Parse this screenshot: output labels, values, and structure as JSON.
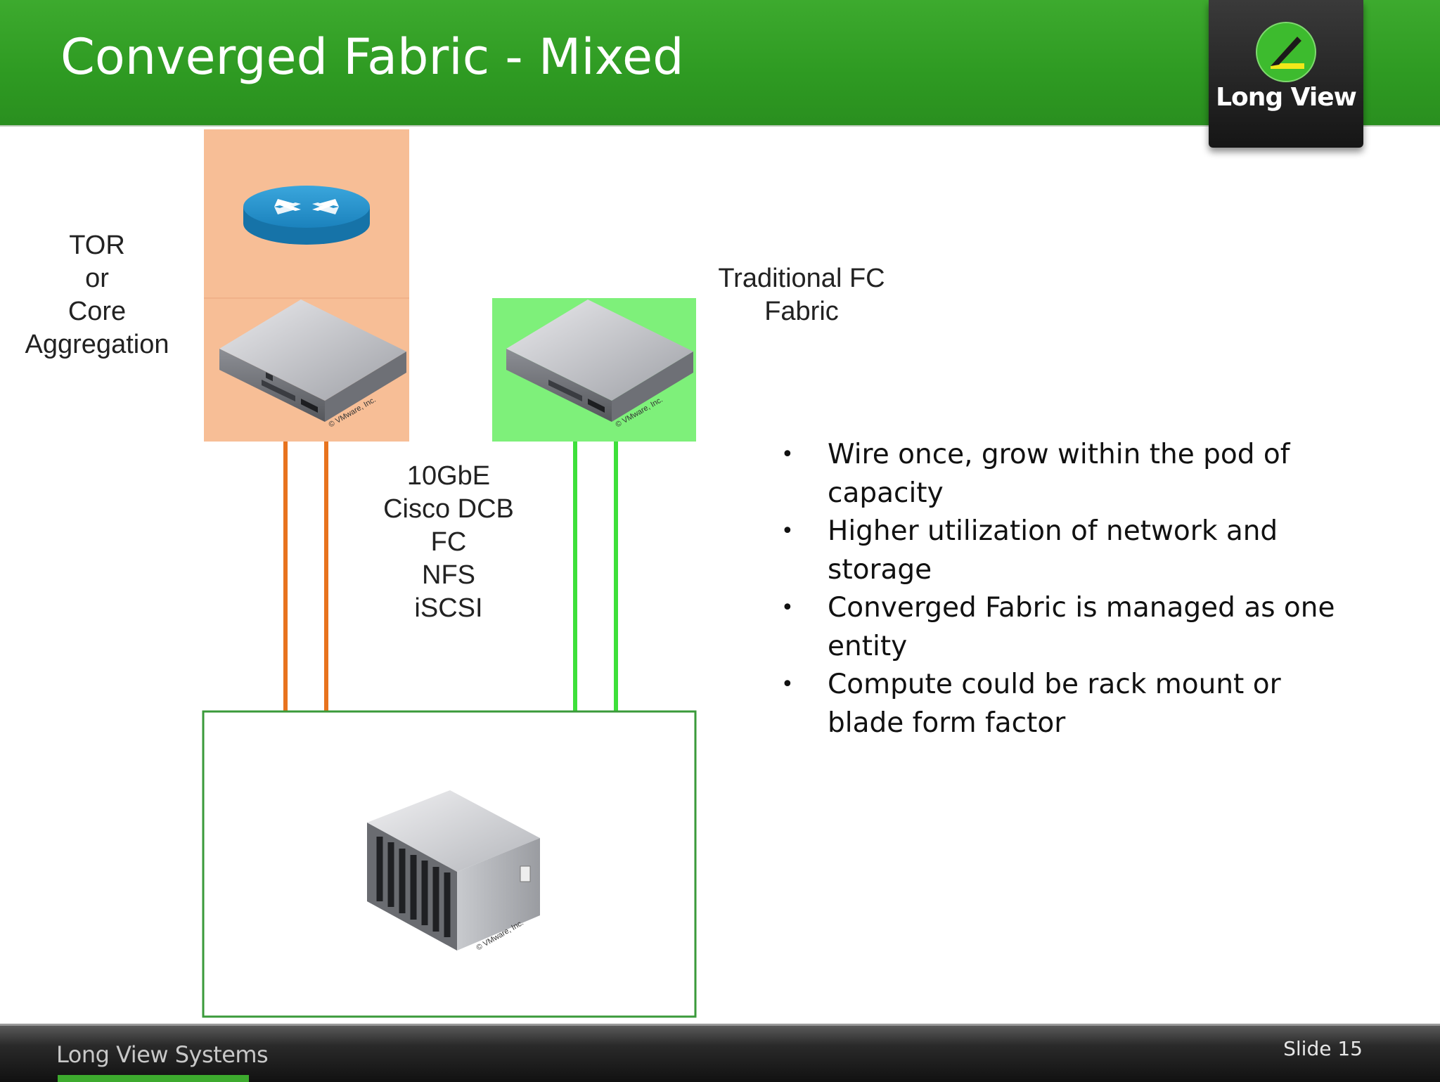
{
  "slide": {
    "title": "Converged Fabric - Mixed",
    "logo_text": "Long View",
    "footer_brand": "Long View Systems",
    "slide_number": "Slide 15"
  },
  "diagram": {
    "left_label": [
      "TOR",
      "or",
      "Core",
      "Aggregation"
    ],
    "right_label": [
      "Traditional FC",
      "Fabric"
    ],
    "link_label": [
      "10GbE",
      "Cisco DCB",
      "FC",
      "NFS",
      "iSCSI"
    ],
    "watermark": "© VMware, Inc."
  },
  "bullets": [
    "Wire once, grow within the pod of capacity",
    "Higher utilization of network and storage",
    "Converged Fabric is managed as one entity",
    "Compute could be rack mount or blade form factor"
  ],
  "colors": {
    "header_green": "#3daa2e",
    "tor_panel": "#f7be96",
    "fc_panel": "#7ef07a",
    "orange_link": "#e8731e",
    "green_link": "#3de03a",
    "router_blue": "#1e8bc3"
  }
}
